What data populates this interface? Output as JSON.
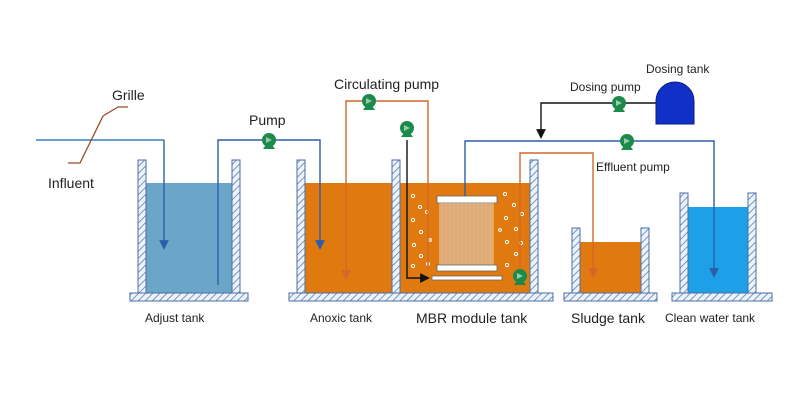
{
  "labels": {
    "grille": "Grille",
    "influent": "Influent",
    "pump": "Pump",
    "circulating_pump": "Circulating pump",
    "dosing_pump": "Dosing pump",
    "dosing_tank": "Dosing tank",
    "effluent_pump": "Effluent pump",
    "adjust_tank": "Adjust tank",
    "anoxic_tank": "Anoxic tank",
    "mbr_module_tank": "MBR module tank",
    "sludge_tank": "Sludge tank",
    "clean_water_tank": "Clean water tank"
  },
  "colors": {
    "adjust_water": "#6aa6c8",
    "sludge_liquid": "#e07a10",
    "clean_water": "#1ea0e8",
    "water_pipe": "#3a7fc0",
    "sludge_pipe": "#d2692a",
    "pump": "#1c8a4a",
    "dosing_tank": "#1030c8",
    "wall": "#4a6fa5"
  },
  "icons": {
    "pump": "pump-icon",
    "membrane": "membrane-module-icon",
    "grille": "grille-icon"
  }
}
